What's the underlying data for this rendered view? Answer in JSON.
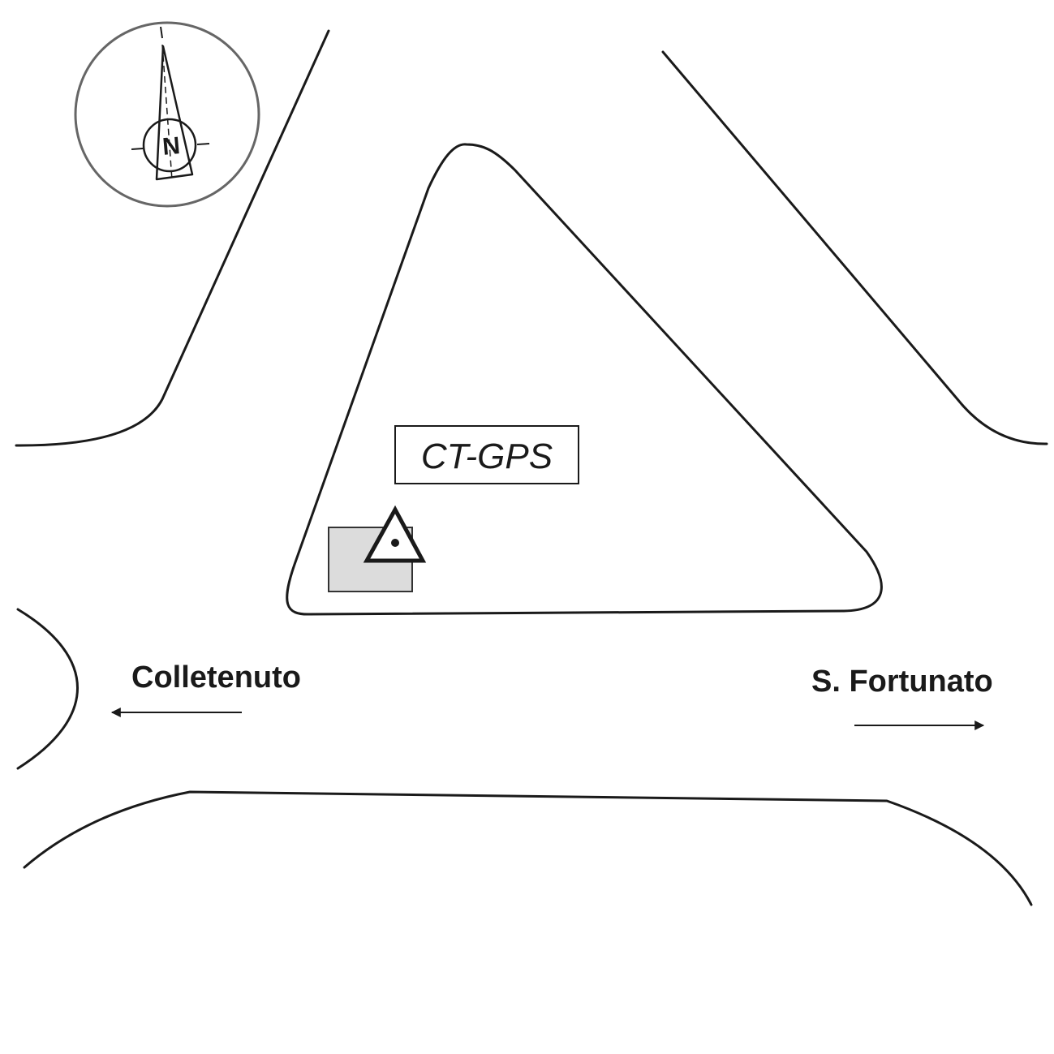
{
  "map": {
    "north_arrow": {
      "icon": "north-arrow-icon",
      "letter": "N",
      "circle_color": "#666666"
    },
    "station": {
      "label": "CT-GPS",
      "marker_icon": "gps-station-triangle-icon",
      "building_fill": "#dcdcdc"
    },
    "destinations": {
      "left": {
        "label": "Colletenuto",
        "direction": "west",
        "icon": "arrow-left-icon"
      },
      "right": {
        "label": "S. Fortunato",
        "direction": "east",
        "icon": "arrow-right-icon"
      }
    },
    "colors": {
      "line": "#1a1a1a",
      "background": "#ffffff"
    }
  }
}
